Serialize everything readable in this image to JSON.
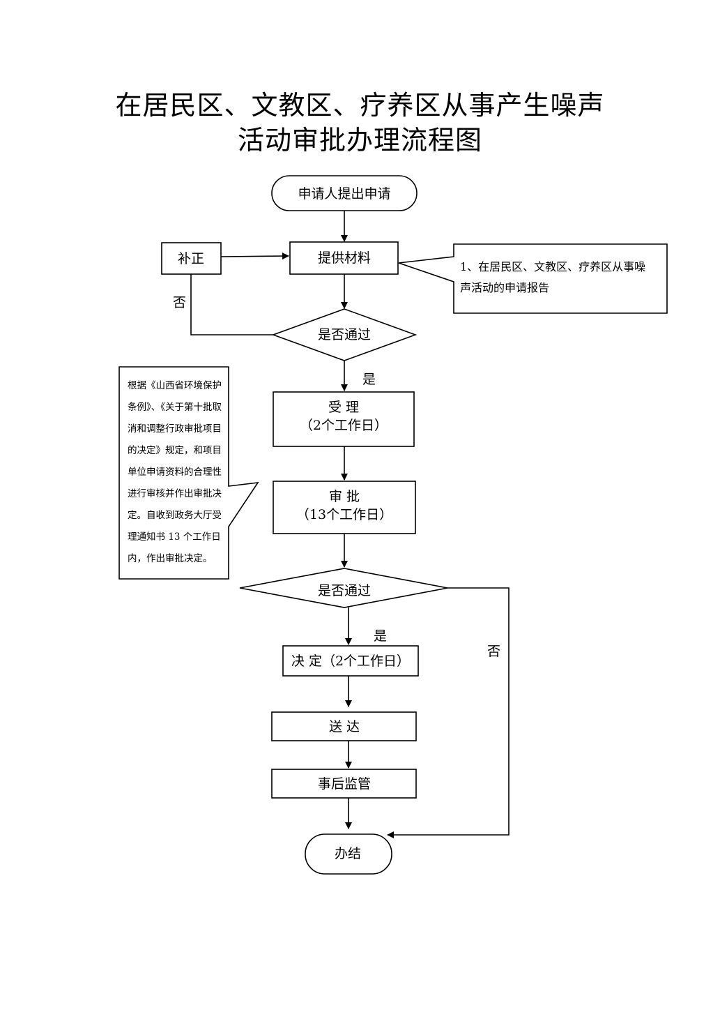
{
  "title": {
    "line1": "在居民区、文教区、疗养区从事产生噪声",
    "line2": "活动审批办理流程图"
  },
  "nodes": {
    "apply": "申请人提出申请",
    "materials": "提供材料",
    "correction": "补正",
    "check1": "是否通过",
    "accept_line1": "受  理",
    "accept_line2": "（2个工作日）",
    "approve_line1": "审  批",
    "approve_line2": "（13个工作日）",
    "check2": "是否通过",
    "decision": "决  定（2个工作日）",
    "delivery": "送  达",
    "supervision": "事后监管",
    "finish": "办结"
  },
  "labels": {
    "no1": "否",
    "yes1": "是",
    "yes2": "是",
    "no2": "否"
  },
  "notes": {
    "materials_note": [
      "1、在居民区、文教区、疗养区从事噪",
      "声活动的申请报告"
    ],
    "basis_note": [
      "根据《山西省环境保护",
      "条例》、《关于第十批取",
      "消和调整行政审批项目",
      "的决定》规定，和项目",
      "单位申请资料的合理性",
      "进行审核并作出审批决",
      "定。自收到政务大厅受",
      "理通知书 13 个工作日",
      "内，作出审批决定。"
    ]
  }
}
